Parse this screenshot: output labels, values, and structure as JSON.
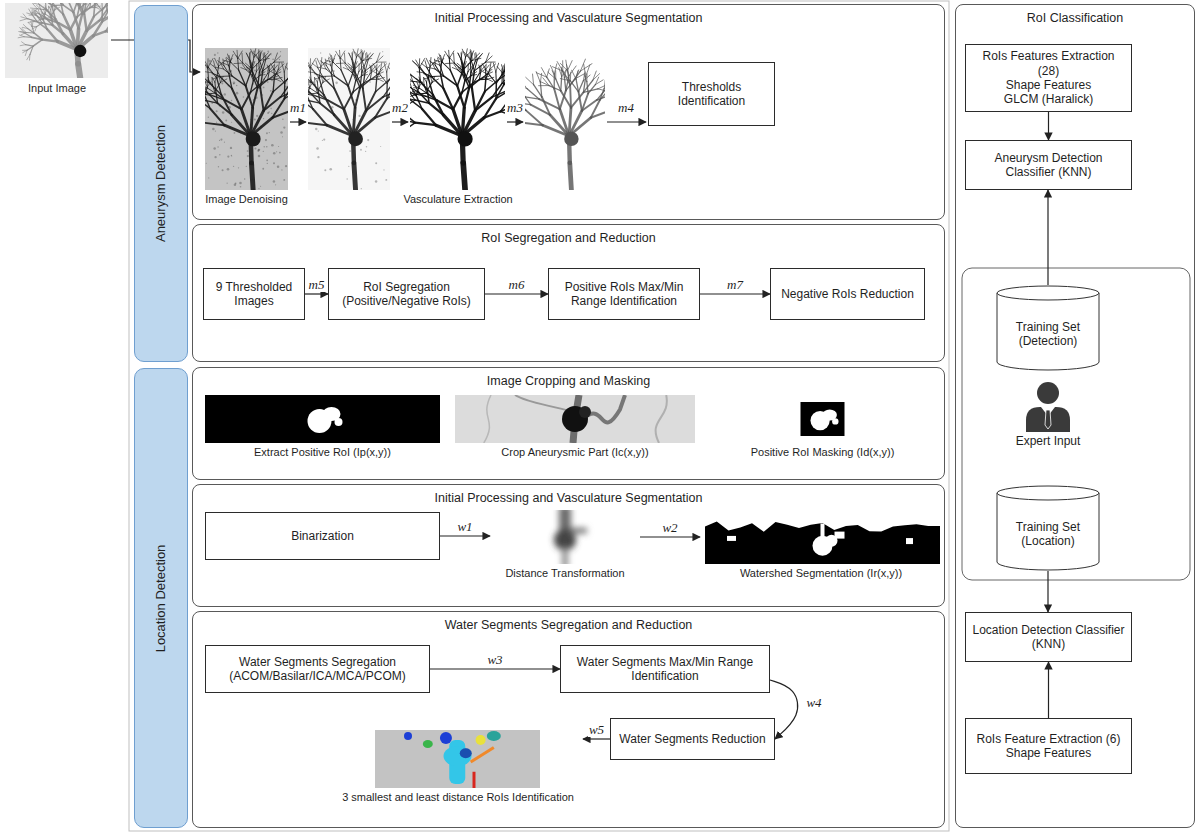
{
  "diagram": {
    "nodes": [
      {
        "text": [
          "Input Image"
        ]
      },
      {
        "text": [
          "Aneurysm Detection"
        ]
      },
      {
        "text": [
          "Initial Processing and Vasculature Segmentation"
        ]
      },
      {
        "text": [
          "Image Denoising"
        ],
        "in": 2
      },
      {
        "text": [
          "Vasculature Extraction"
        ],
        "in": 2
      },
      {
        "text": [
          "Thresholds Identification"
        ],
        "in": 2
      },
      {
        "text": [
          "RoI Segregation and Reduction"
        ]
      },
      {
        "text": [
          "9 Thresholded Images"
        ],
        "in": 6
      },
      {
        "text": [
          "RoI Segregation (Positive/Negative RoIs)"
        ],
        "in": 6
      },
      {
        "text": [
          "Positive RoIs Max/Min Range Identification"
        ],
        "in": 6
      },
      {
        "text": [
          "Negative RoIs Reduction"
        ],
        "in": 6
      },
      {
        "text": [
          "Location Detection"
        ]
      },
      {
        "text": [
          "Image Cropping and Masking"
        ]
      },
      {
        "text": [
          "Extract Positive RoI (Ip(x,y))"
        ],
        "in": 12
      },
      {
        "text": [
          "Crop Aneurysmic Part (Ic(x,y))"
        ],
        "in": 12
      },
      {
        "text": [
          "Positive RoI Masking (Id(x,y))"
        ],
        "in": 12
      },
      {
        "text": [
          "Initial Processing and Vasculature Segmentation"
        ]
      },
      {
        "text": [
          "Binarization"
        ],
        "in": 16
      },
      {
        "text": [
          "Distance Transformation"
        ],
        "in": 16
      },
      {
        "text": [
          "Watershed Segmentation (Ir(x,y))"
        ],
        "in": 16
      },
      {
        "text": [
          "Water Segments Segregation and Reduction"
        ]
      },
      {
        "text": [
          "Water Segments Segregation (ACOM/Basilar/ICA/MCA/PCOM)"
        ],
        "in": 20
      },
      {
        "text": [
          "Water Segments Max/Min Range Identification"
        ],
        "in": 20
      },
      {
        "text": [
          "Water Segments Reduction"
        ],
        "in": 20
      },
      {
        "text": [
          "3 smallest and least distance RoIs Identification"
        ],
        "in": 20
      },
      {
        "text": [
          "RoI Classification"
        ]
      },
      {
        "text": [
          "RoIs Features Extraction (28)",
          "Shape Features",
          "GLCM (Haralick)"
        ],
        "in": 25
      },
      {
        "text": [
          "Aneurysm Detection Classifier (KNN)"
        ],
        "in": 25
      },
      {
        "text": [
          "Training Set (Detection)"
        ],
        "in": 25
      },
      {
        "text": [
          "Expert Input"
        ],
        "in": 25
      },
      {
        "text": [
          "Training Set (Location)"
        ],
        "in": 25
      },
      {
        "text": [
          "Location Detection Classifier (KNN)"
        ],
        "in": 25
      },
      {
        "text": [
          "RoIs Feature Extraction (6)",
          "Shape Features"
        ],
        "in": 25
      }
    ],
    "edges": [
      {
        "from": 0,
        "to": 3,
        "arrow": "to"
      },
      {
        "from": 7,
        "to": 8,
        "label": "m5",
        "arrow": "to"
      },
      {
        "from": 8,
        "to": 9,
        "label": "m6",
        "arrow": "to"
      },
      {
        "from": 9,
        "to": 10,
        "label": "m7",
        "arrow": "to"
      },
      {
        "from": 17,
        "to": 18,
        "label": "w1",
        "arrow": "to"
      },
      {
        "from": 18,
        "to": 19,
        "label": "w2",
        "arrow": "to"
      },
      {
        "from": 21,
        "to": 22,
        "label": "w3",
        "arrow": "to"
      },
      {
        "from": 22,
        "to": 23,
        "label": "w4",
        "arrow": "to"
      },
      {
        "from": 23,
        "to": 24,
        "label": "w5",
        "arrow": "to"
      },
      {
        "from": 26,
        "to": 27,
        "arrow": "to"
      },
      {
        "from": 28,
        "to": 27,
        "arrow": "to"
      },
      {
        "from": 30,
        "to": 31,
        "arrow": "to"
      },
      {
        "from": 32,
        "to": 31,
        "arrow": "to"
      }
    ],
    "labels": [
      "m1",
      "m2",
      "m3",
      "m4"
    ]
  }
}
